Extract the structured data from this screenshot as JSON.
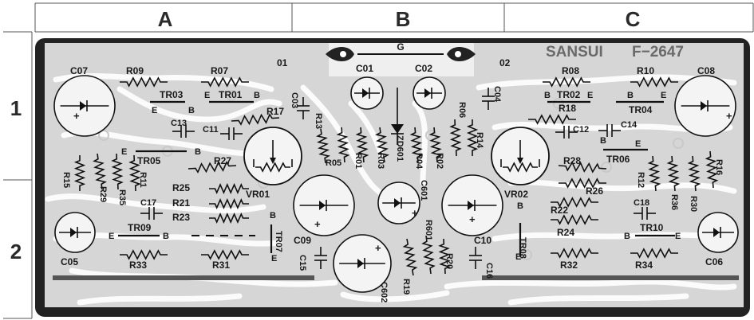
{
  "grid": {
    "columns": [
      "A",
      "B",
      "C"
    ],
    "rows": [
      "1",
      "2"
    ]
  },
  "board": {
    "brand": "SANSUI",
    "model": "F−2647",
    "ground_label": "G",
    "channel_left": "01",
    "channel_right": "02"
  },
  "colors": {
    "board": "#d6d6d6",
    "trace": "#ffffff",
    "ink": "#111111",
    "bus_bar": "#555555"
  },
  "labels": {
    "C07": "C07",
    "R09": "R09",
    "R07": "R07",
    "TR03": "TR03",
    "E_TR03": "E",
    "B_TR03": "B",
    "TR01": "TR01",
    "E_TR01": "E",
    "B_TR01": "B",
    "C03": "C03",
    "R17": "R17",
    "C13": "C13",
    "C11": "C11",
    "E_TR05": "E",
    "B_TR05": "B",
    "TR05": "TR05",
    "R27": "R27",
    "R15": "R15",
    "R29": "R29",
    "R35": "R35",
    "R11": "R11",
    "R25": "R25",
    "R21": "R21",
    "R23": "R23",
    "C17": "C17",
    "VR01": "VR01",
    "E_TR09": "E",
    "TR09": "TR09",
    "B_TR09": "B",
    "B_TR07": "B",
    "TR07": "TR07",
    "E_TR07": "E",
    "C05": "C05",
    "R33": "R33",
    "R31": "R31",
    "C09": "C09",
    "C15": "C15",
    "C01": "C01",
    "C02": "C02",
    "R13": "R13",
    "R05": "R05",
    "R01": "R01",
    "R03": "R03",
    "ZD601": "ZD601",
    "R04": "R04",
    "R02": "R02",
    "R06": "R06",
    "R14": "R14",
    "C601": "C601",
    "R601": "R601",
    "R19": "R19",
    "R20": "R20",
    "C602": "C602",
    "C04": "C04",
    "R08": "R08",
    "R10": "R10",
    "C08": "C08",
    "B_TR02": "B",
    "TR02": "TR02",
    "E_TR02": "E",
    "R18": "R18",
    "B_TR04": "B",
    "TR04": "TR04",
    "E_TR04": "E",
    "C12": "C12",
    "C14": "C14",
    "B_TR06": "B",
    "E_TR06": "E",
    "TR06": "TR06",
    "R28": "R28",
    "R12": "R12",
    "R36": "R36",
    "R30": "R30",
    "R16": "R16",
    "VR02": "VR02",
    "R26": "R26",
    "R22": "R22",
    "B_TR08": "B",
    "TR08": "TR08",
    "E_TR08": "E",
    "R24": "R24",
    "C18": "C18",
    "B_TR10": "B",
    "TR10": "TR10",
    "E_TR10": "E",
    "C10": "C10",
    "C16": "C16",
    "R32": "R32",
    "R34": "R34",
    "C06": "C06",
    "plus": "+"
  }
}
